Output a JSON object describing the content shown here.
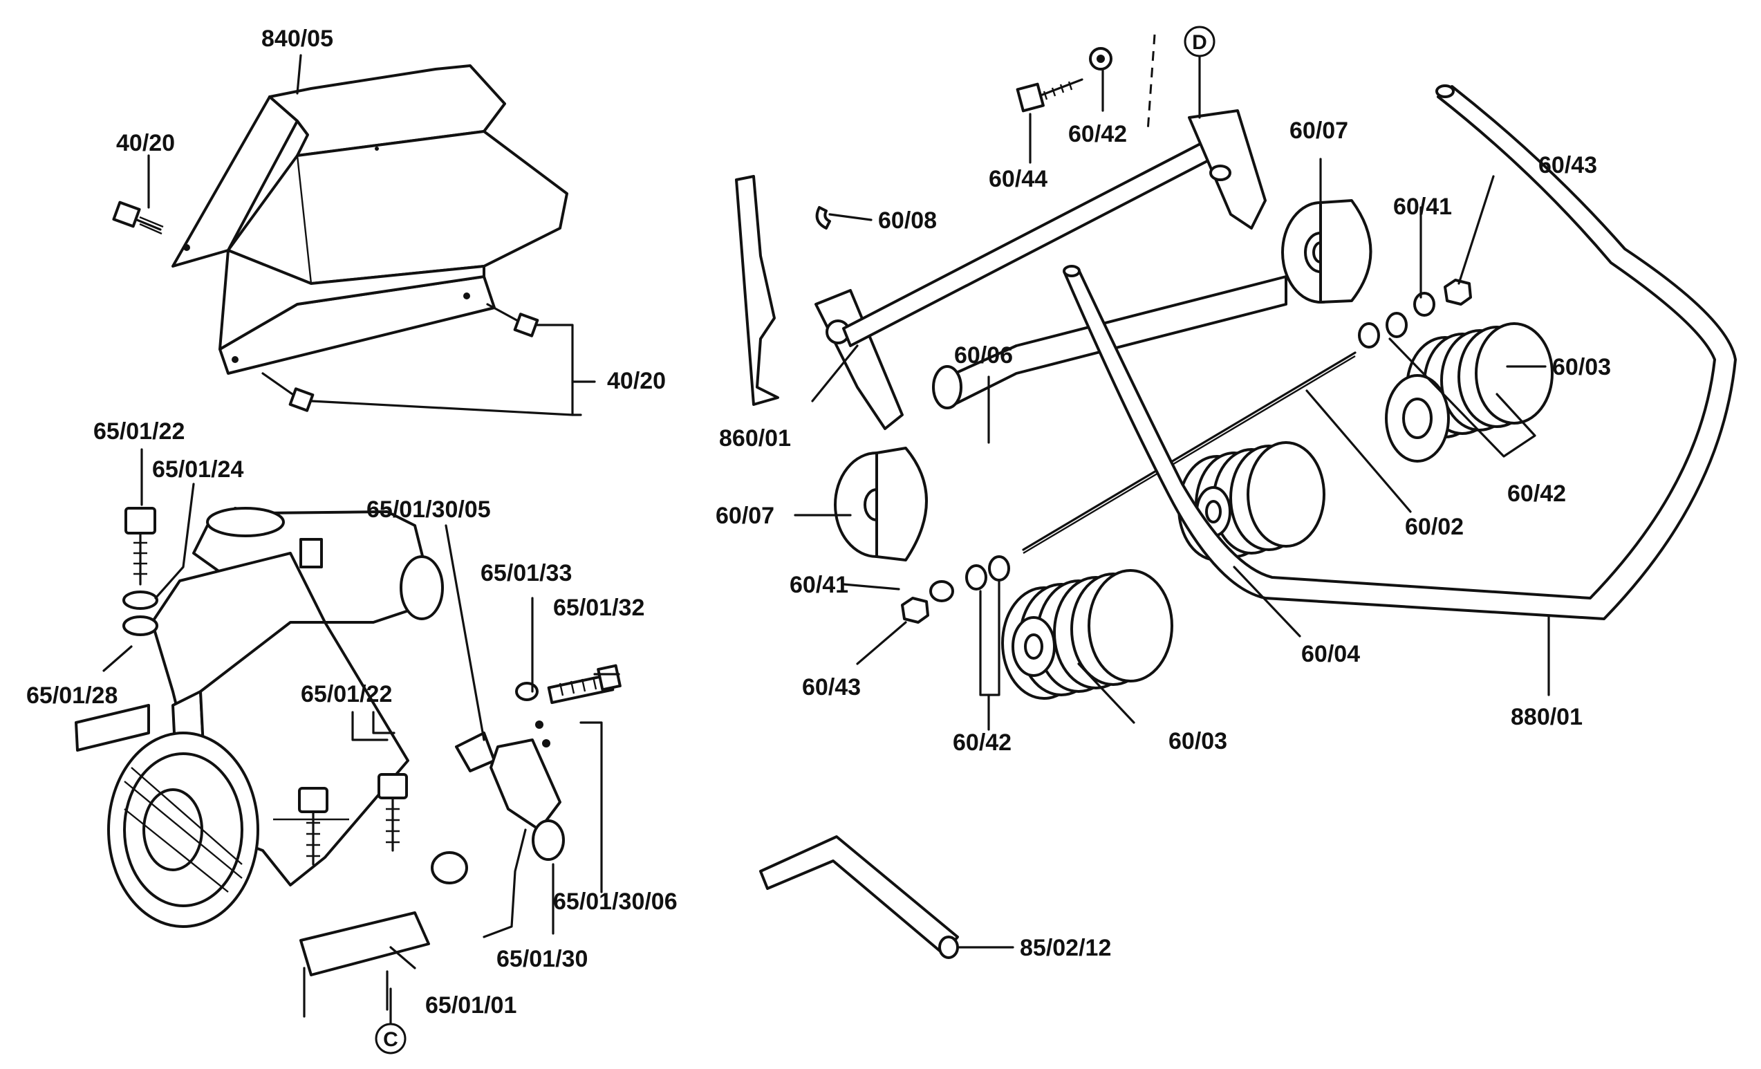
{
  "labels": {
    "engine_cover": "840/05",
    "cover_bolt_top": "40/20",
    "cover_bolts_bottom": "40/20",
    "engine_bolt_top": "65/01/22",
    "engine_washer_a": "65/01/24",
    "engine_washer_b": "65/01/28",
    "engine_bracket_part": "65/01/30/05",
    "switch_nut": "65/01/33",
    "switch_screw": "65/01/32",
    "engine_bolt_mid": "65/01/22",
    "switch_wire": "65/01/30/06",
    "switch": "65/01/30",
    "engine_base": "65/01/01",
    "axle_bolt": "60/44",
    "axle_washer_top": "60/42",
    "clip": "60/08",
    "side_plate": "860/01",
    "spacer_tube": "60/06",
    "roller_left": "60/07",
    "roller_right": "60/07",
    "washer_left_small": "60/41",
    "nut_left": "60/43",
    "washers_left_pair": "60/42",
    "tine_disc_left": "60/03",
    "tine_disc_mid": "60/04",
    "shaft": "60/02",
    "washer_right_small": "60/41",
    "nut_right": "60/43",
    "tine_disc_right": "60/03",
    "washers_right_pair": "60/42",
    "handle": "880/01",
    "hex_key": "85/02/12"
  },
  "callouts": {
    "d": "D",
    "c": "C"
  }
}
